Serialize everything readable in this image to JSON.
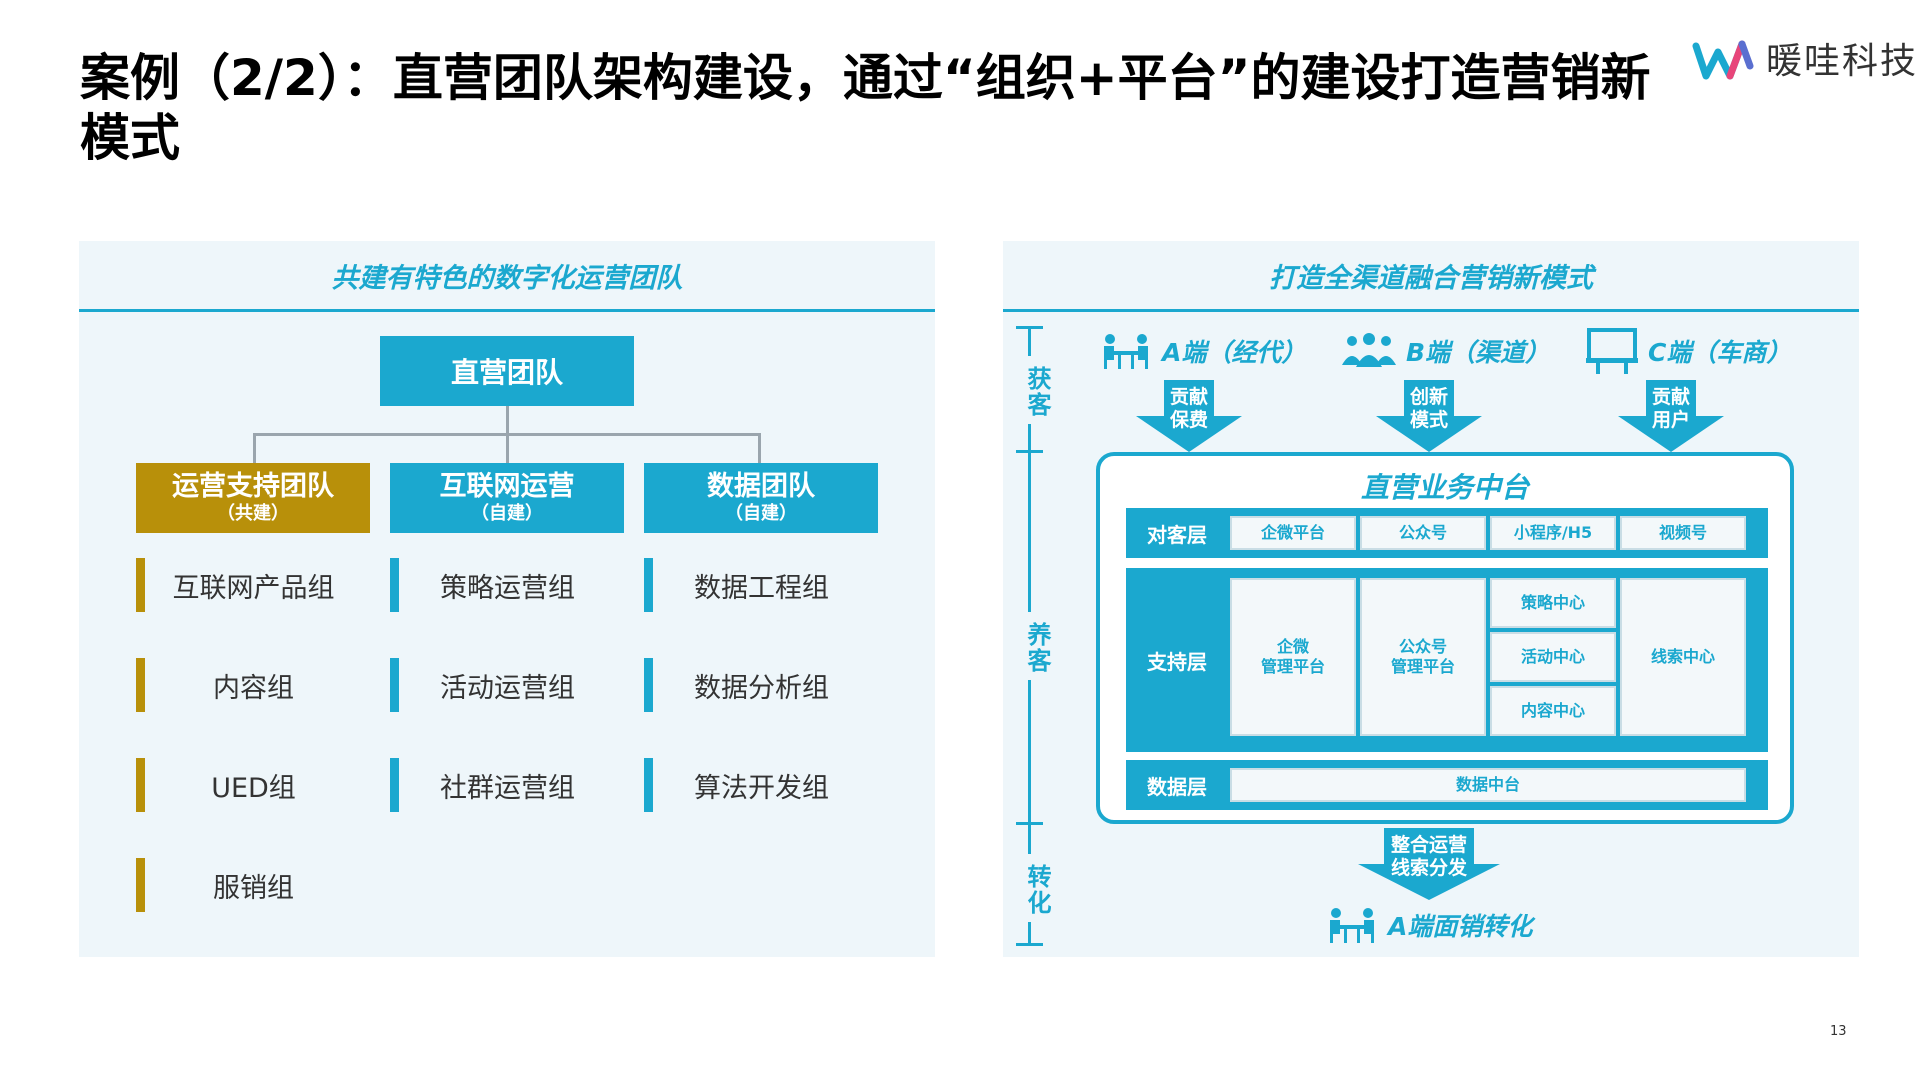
{
  "title": "案例（2/2）：直营团队架构建设，通过“组织+平台”的建设打造营销新模式",
  "logo": {
    "text": "暖哇科技",
    "colors": [
      "#1ba8cf",
      "#e8457a",
      "#5a6fd0"
    ]
  },
  "colors": {
    "accent": "#1ba8cf",
    "gold": "#b8900a",
    "panel_bg": "#eef6fa"
  },
  "left_panel": {
    "header": "共建有特色的数字化运营团队",
    "top_box": "直营团队",
    "teams": [
      {
        "name": "运营支持团队",
        "note": "（共建）",
        "color": "#b8900a",
        "groups": [
          "互联网产品组",
          "内容组",
          "UED组",
          "服销组"
        ]
      },
      {
        "name": "互联网运营",
        "note": "（自建）",
        "color": "#1ba8cf",
        "groups": [
          "策略运营组",
          "活动运营组",
          "社群运营组"
        ]
      },
      {
        "name": "数据团队",
        "note": "（自建）",
        "color": "#1ba8cf",
        "groups": [
          "数据工程组",
          "数据分析组",
          "算法开发组"
        ]
      }
    ]
  },
  "right_panel": {
    "header": "打造全渠道融合营销新模式",
    "stages": [
      "获客",
      "养客",
      "转化"
    ],
    "channels": [
      {
        "label": "A端（经代）",
        "icon": "meeting-icon",
        "arrow": [
          "贡献",
          "保费"
        ]
      },
      {
        "label": "B端（渠道）",
        "icon": "group-icon",
        "arrow": [
          "创新",
          "模式"
        ]
      },
      {
        "label": "C端（车商）",
        "icon": "billboard-icon",
        "arrow": [
          "贡献",
          "用户"
        ]
      }
    ],
    "platform_title": "直营业务中台",
    "customer_layer": {
      "label": "对客层",
      "cells": [
        "企微平台",
        "公众号",
        "小程序/H5",
        "视频号"
      ]
    },
    "support_layer": {
      "label": "支持层",
      "cells": [
        "企微\n管理平台",
        "公众号\n管理平台",
        "线索中心"
      ],
      "centers": [
        "策略中心",
        "活动中心",
        "内容中心"
      ]
    },
    "data_layer": {
      "label": "数据层",
      "cell": "数据中台"
    },
    "bottom_arrow": [
      "整合运营",
      "线索分发"
    ],
    "conversion": {
      "label": "A端面销转化",
      "icon": "meeting-icon"
    }
  },
  "page_number": "13"
}
